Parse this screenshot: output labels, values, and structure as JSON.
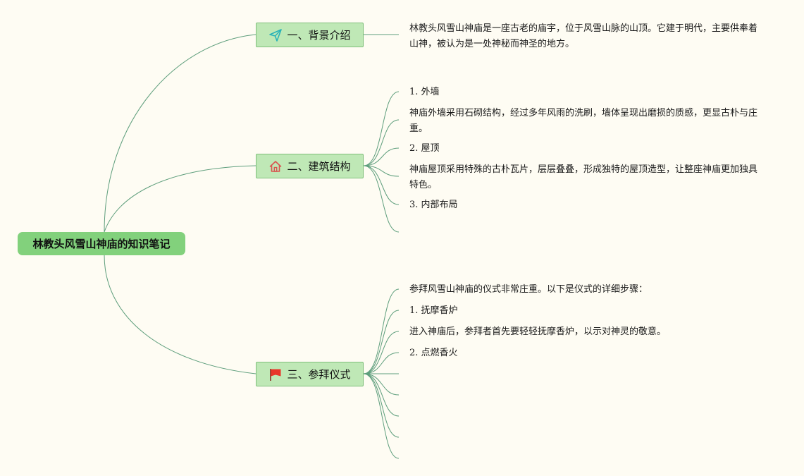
{
  "root": {
    "title": "林教头风雪山神庙的知识笔记"
  },
  "branches": [
    {
      "label": "一、背景介绍",
      "icon": "paper-plane-icon",
      "notes": [
        "林教头风雪山神庙是一座古老的庙宇，位于风雪山脉的山顶。它建于明代，主要供奉着山神，被认为是一处神秘而神圣的地方。"
      ]
    },
    {
      "label": "二、建筑结构",
      "icon": "house-icon",
      "notes": [
        "1. 外墙",
        "神庙外墙采用石砌结构，经过多年风雨的洗刷，墙体呈现出磨损的质感，更显古朴与庄重。",
        "2. 屋顶",
        "神庙屋顶采用特殊的古朴瓦片，层层叠叠，形成独特的屋顶造型，让整座神庙更加独具特色。",
        "3. 内部布局",
        ""
      ]
    },
    {
      "label": "三、参拜仪式",
      "icon": "red-flag-icon",
      "notes": [
        "参拜风雪山神庙的仪式非常庄重。以下是仪式的详细步骤：",
        "1. 抚摩香炉",
        "进入神庙后，参拜者首先要轻轻抚摩香炉，以示对神灵的敬意。",
        "2. 点燃香火",
        "",
        "",
        "",
        "",
        ""
      ]
    }
  ],
  "colors": {
    "background": "#fefcf3",
    "root_fill": "#82d17c",
    "branch_fill": "#bfe8b6",
    "branch_border": "#7fbf7a",
    "connector": "#5e9e7c",
    "plane_icon": "#2ab3b8",
    "house_icon": "#d9534f",
    "flag_icon": "#e8362a"
  }
}
